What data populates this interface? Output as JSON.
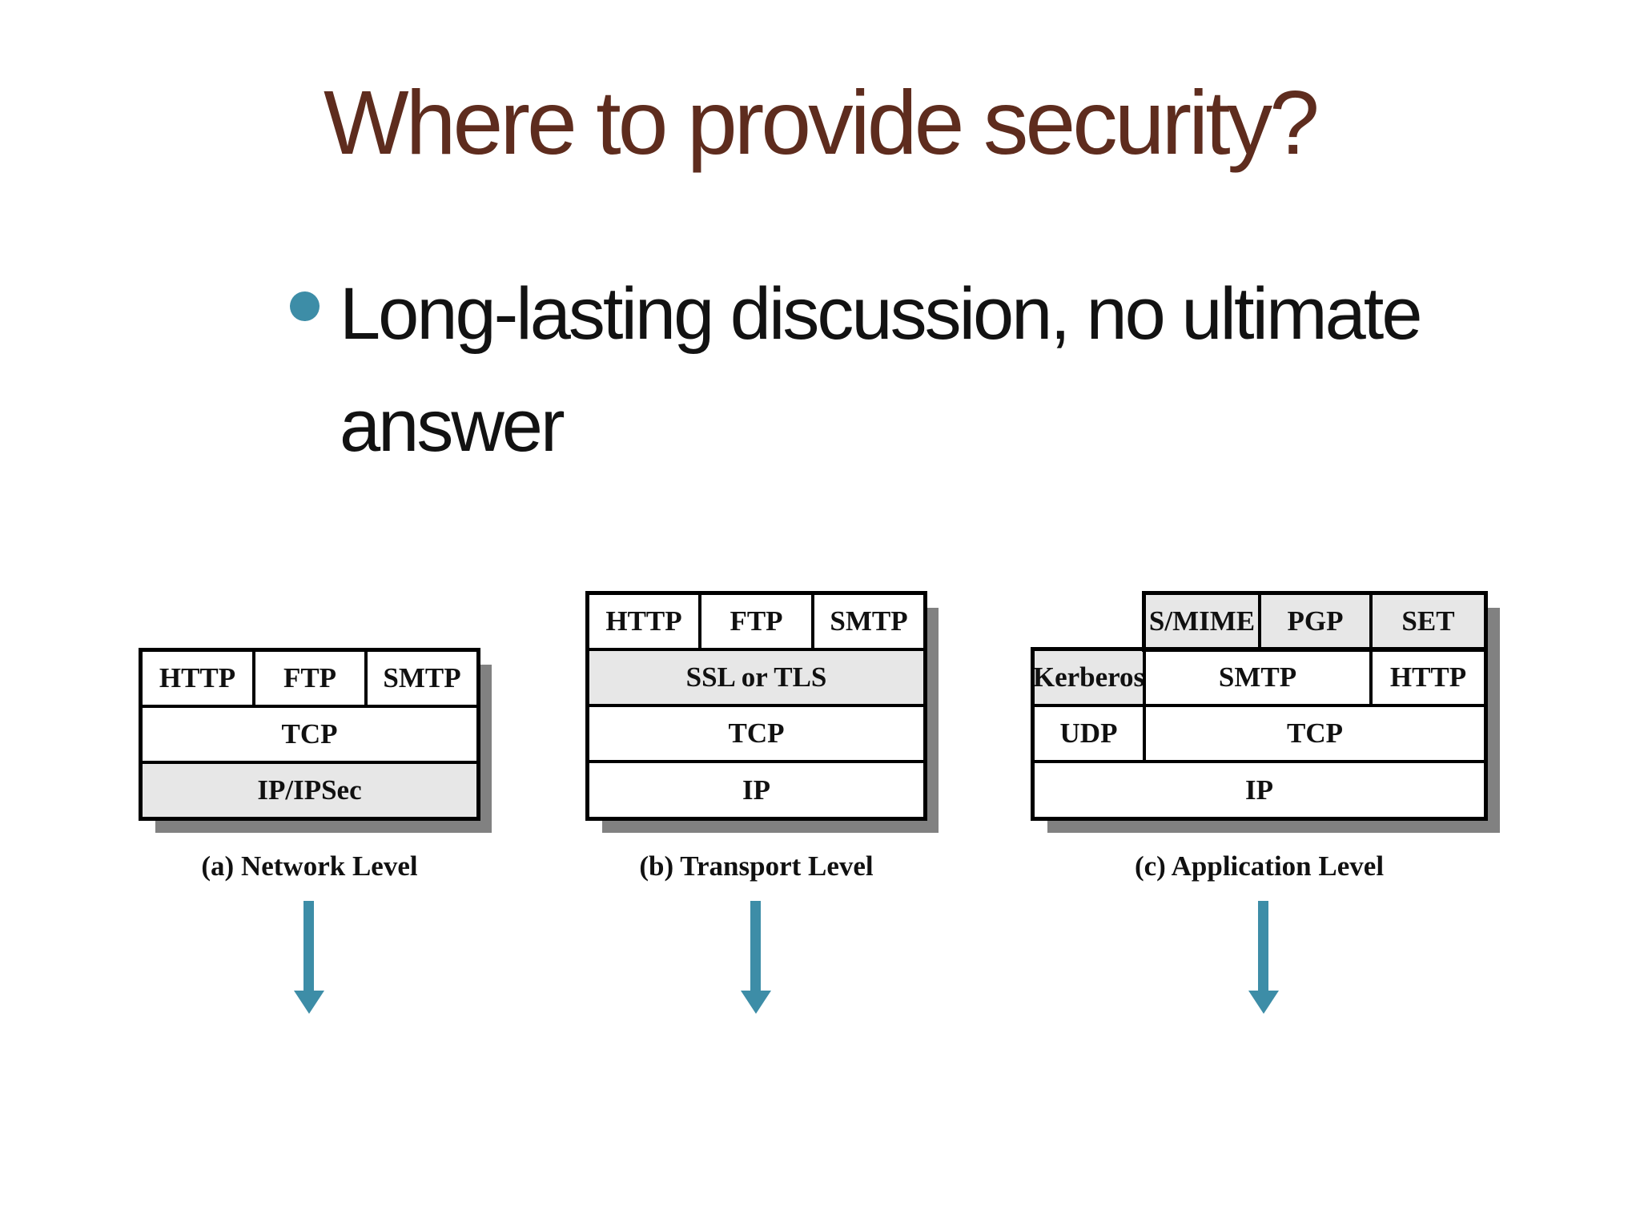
{
  "slide": {
    "title": "Where to provide security?",
    "bullet_lines": [
      "Long-lasting discussion, no ultimate",
      "answer"
    ]
  },
  "colors": {
    "title_brown": "#5e2c1e",
    "accent_teal": "#3d8da7",
    "cell_shade_gray": "#e7e7e7",
    "drop_shadow_gray": "#818181",
    "border_black": "#000000"
  },
  "stacks": {
    "a": {
      "caption": "(a) Network Level",
      "cells": {
        "http": "HTTP",
        "ftp": "FTP",
        "smtp": "SMTP",
        "tcp": "TCP",
        "ip": "IP/IPSec"
      }
    },
    "b": {
      "caption": "(b) Transport Level",
      "cells": {
        "http": "HTTP",
        "ftp": "FTP",
        "smtp": "SMTP",
        "ssl": "SSL or TLS",
        "tcp": "TCP",
        "ip": "IP"
      }
    },
    "c": {
      "caption": "(c) Application Level",
      "cells": {
        "smime": "S/MIME",
        "pgp": "PGP",
        "set": "SET",
        "kerberos": "Kerberos",
        "smtp": "SMTP",
        "http": "HTTP",
        "udp": "UDP",
        "tcp": "TCP",
        "ip": "IP"
      }
    }
  }
}
